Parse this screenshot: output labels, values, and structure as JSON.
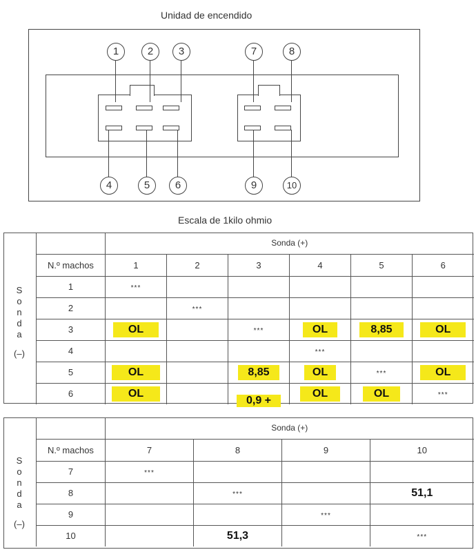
{
  "diagram": {
    "title": "Unidad de encendido",
    "pins_top_left": [
      "1",
      "2",
      "3"
    ],
    "pins_bottom_left": [
      "4",
      "5",
      "6"
    ],
    "pins_top_right": [
      "7",
      "8"
    ],
    "pins_bottom_right": [
      "9",
      "10"
    ]
  },
  "scale_label": "Escala de 1kilo ohmio",
  "table1": {
    "probe_plus": "Sonda (+)",
    "probe_minus_letters": [
      "S",
      "o",
      "n",
      "d",
      "a"
    ],
    "probe_minus_sign": "(–)",
    "corner": "N.º machos",
    "columns": [
      "1",
      "2",
      "3",
      "4",
      "5",
      "6"
    ],
    "rows": [
      {
        "label": "1",
        "cells": [
          "***",
          "",
          "",
          "",
          "",
          ""
        ]
      },
      {
        "label": "2",
        "cells": [
          "",
          "***",
          "",
          "",
          "",
          ""
        ]
      },
      {
        "label": "3",
        "cells": [
          "OL",
          "",
          "***",
          "OL",
          "8,85",
          "OL"
        ]
      },
      {
        "label": "4",
        "cells": [
          "",
          "",
          "",
          "***",
          "",
          ""
        ]
      },
      {
        "label": "5",
        "cells": [
          "OL",
          "",
          "8,85",
          "OL",
          "***",
          "OL"
        ]
      },
      {
        "label": "6",
        "cells": [
          "OL",
          "",
          "0,9 +",
          "OL",
          "OL",
          "***"
        ]
      }
    ]
  },
  "table2": {
    "probe_plus": "Sonda (+)",
    "probe_minus_letters": [
      "S",
      "o",
      "n",
      "d",
      "a"
    ],
    "probe_minus_sign": "(–)",
    "corner": "N.º machos",
    "columns": [
      "7",
      "8",
      "9",
      "10"
    ],
    "rows": [
      {
        "label": "7",
        "cells": [
          "***",
          "",
          "",
          ""
        ]
      },
      {
        "label": "8",
        "cells": [
          "",
          "***",
          "",
          "51,1"
        ]
      },
      {
        "label": "9",
        "cells": [
          "",
          "",
          "***",
          ""
        ]
      },
      {
        "label": "10",
        "cells": [
          "",
          "51,3",
          "",
          "***"
        ]
      }
    ]
  }
}
